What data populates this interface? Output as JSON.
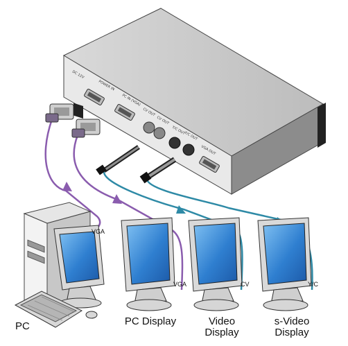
{
  "labels": {
    "pc": "PC",
    "pc_display": "PC Display",
    "video_display": "Video Display",
    "svideo_display": "s-Video Display"
  },
  "cable_labels": {
    "vga_pc": "VGA",
    "vga_display": "VGA",
    "cv": "CV",
    "yc": "Y/C"
  },
  "device_panel": {
    "dc_in": "DC 12V",
    "power": "POWER IN",
    "pc_in": "PC IN (VGA)",
    "cv_out": "CV OUT",
    "cv_out2": "CV OUT",
    "yc_out": "Y/C OUT",
    "yc_out2": "Y/C OUT",
    "vga_out": "VGA OUT"
  },
  "colors": {
    "vga_cable": "#8a5cae",
    "video_cable": "#2e8aa6",
    "screen": "#2f7fd0",
    "case": "#dcdcdc"
  }
}
